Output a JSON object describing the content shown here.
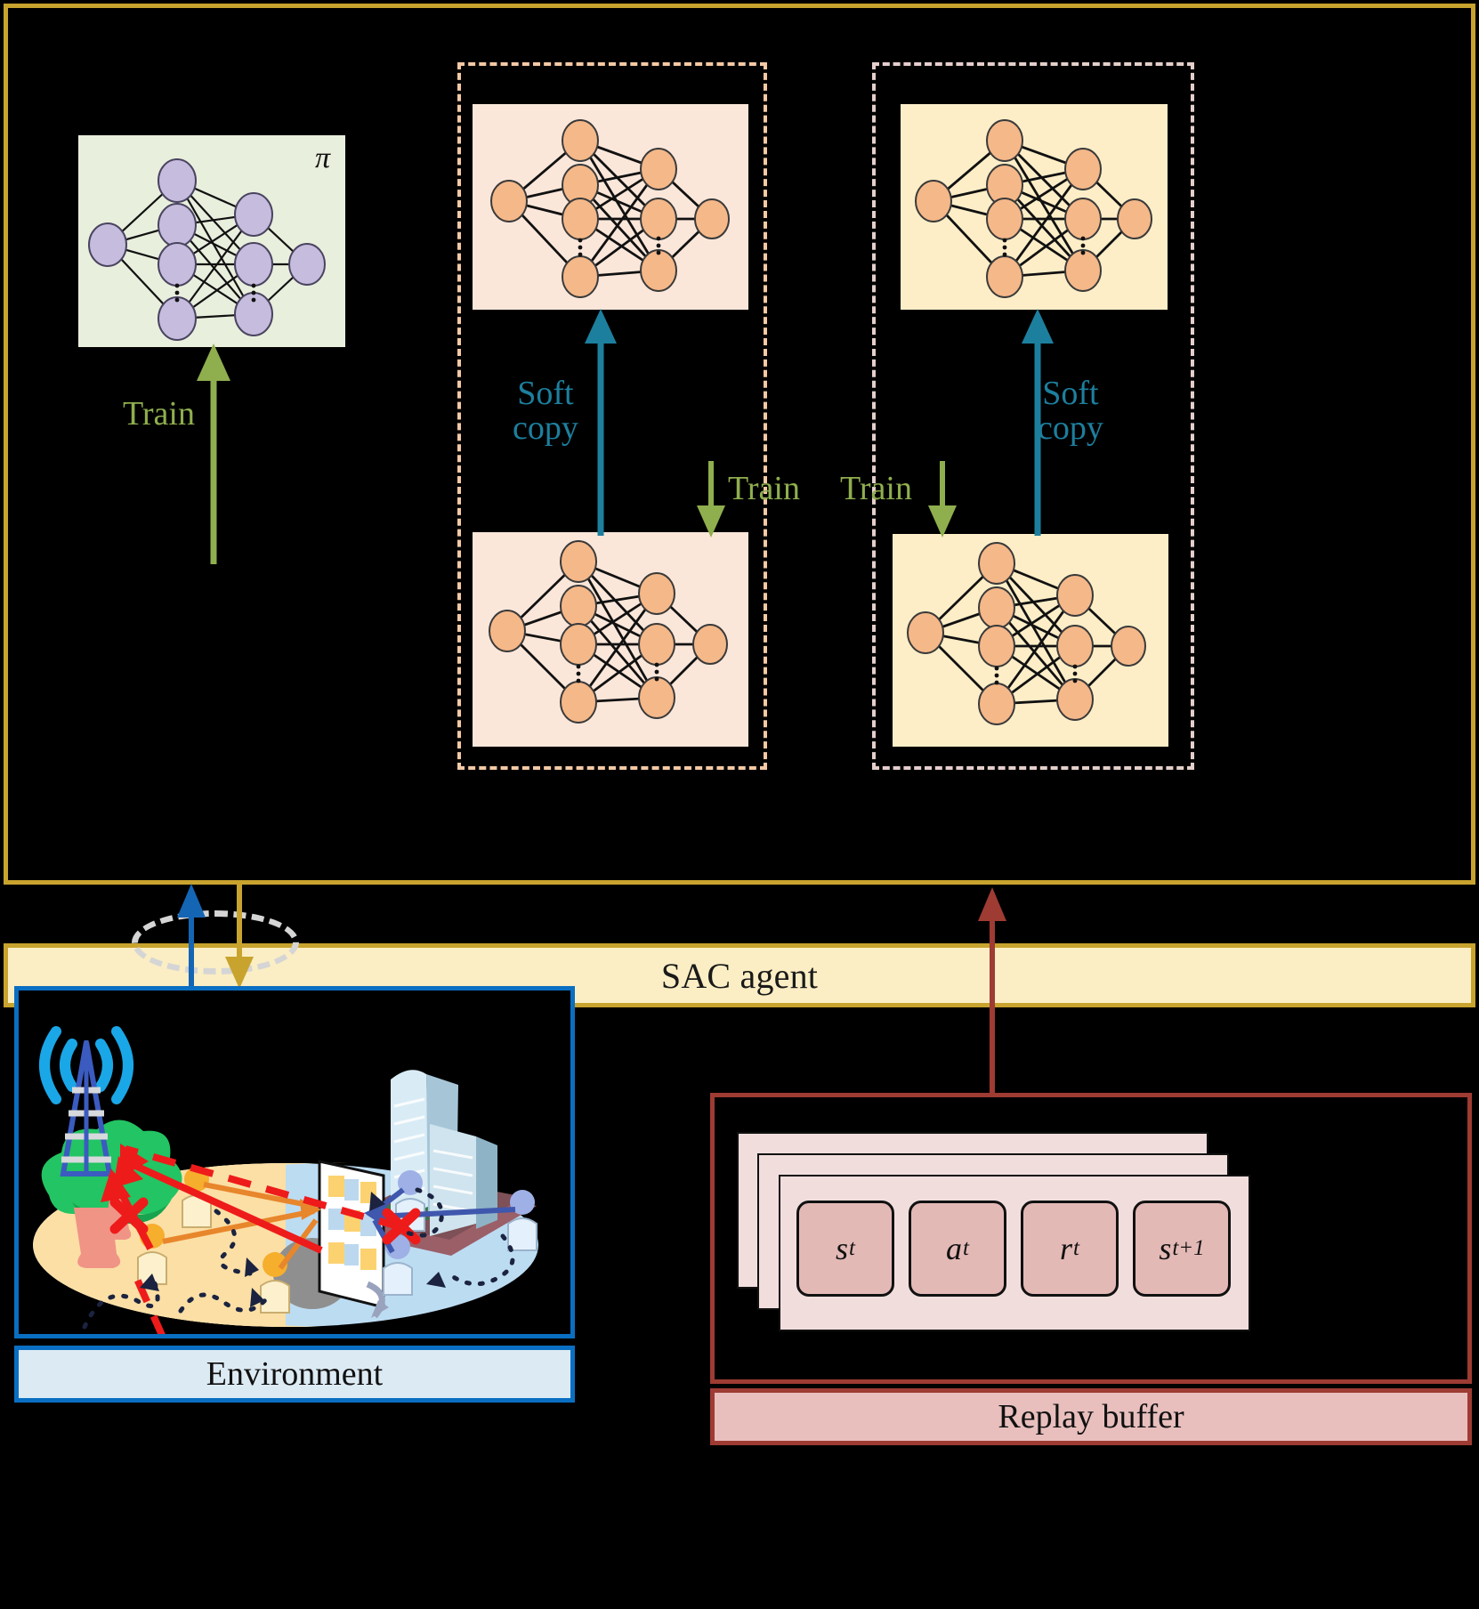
{
  "diagram": {
    "title_sac": "SAC agent",
    "title_env": "Environment",
    "title_replay": "Replay buffer"
  },
  "actor": {
    "symbol": "π",
    "train_label": "Train"
  },
  "critic_left": {
    "soft_copy_label_line1": "Soft",
    "soft_copy_label_line2": "copy",
    "train_label": "Train"
  },
  "critic_right": {
    "soft_copy_label_line1": "Soft",
    "soft_copy_label_line2": "copy",
    "train_label": "Train"
  },
  "replay_buffer": {
    "cells": [
      {
        "base": "s",
        "sub": "t"
      },
      {
        "base": "a",
        "sub": "t"
      },
      {
        "base": "r",
        "sub": "t"
      },
      {
        "base": "s",
        "sub": "t+1"
      }
    ]
  },
  "colors": {
    "sac_border": "#c8a32e",
    "sac_fill": "#fbeec4",
    "actor_card": "#e8efdd",
    "critic_left_card": "#fbe7da",
    "critic_left_dash": "#f4c9a4",
    "critic_right_card": "#fdeec8",
    "critic_right_dash": "#e5cfcb",
    "train_green": "#8fae4e",
    "soft_copy_blue": "#1d7f9e",
    "env_border": "#0a6fc2",
    "env_fill": "#dceaf3",
    "replay_border": "#9e3b33",
    "replay_fill": "#e8bfbd",
    "node_purple": "#c6bcdd",
    "node_orange": "#f5b889",
    "state_arrow": "#1565b5",
    "action_arrow": "#c8a32e",
    "experience_arrow": "#9e3b33"
  },
  "icons": {
    "base_station": "cell-tower-icon",
    "buildings": "skyscraper-icon",
    "trees": "tree-icon",
    "ris_panel": "ris-surface-icon",
    "users_orange": "user-icon",
    "users_blue": "user-icon",
    "blocked_link": "blocked-path-x-icon"
  }
}
